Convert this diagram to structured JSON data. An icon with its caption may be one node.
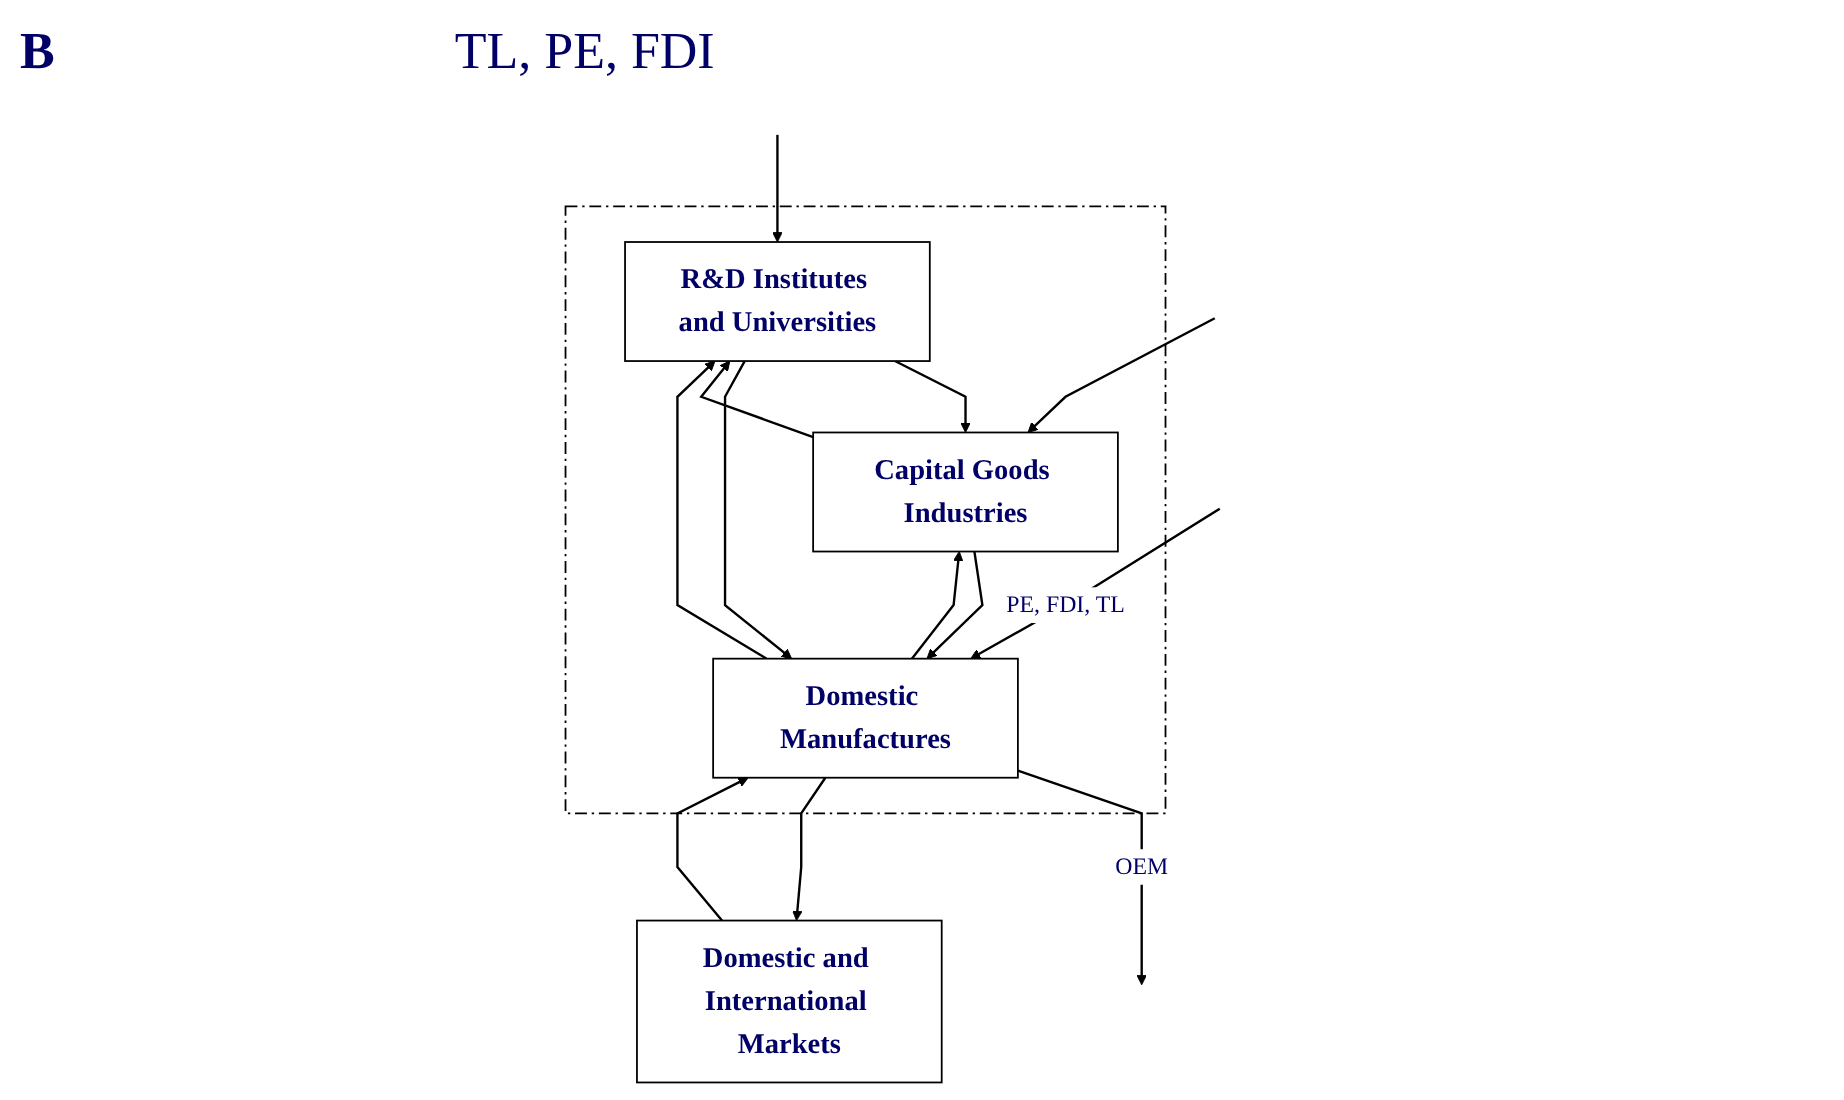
{
  "diagram": {
    "nodes": [
      {
        "text": [],
        "shape": "box"
      },
      {
        "text": [
          "R&D Institutes and Universities"
        ],
        "in": 0
      },
      {
        "text": [
          "Capital Goods Industries"
        ],
        "in": 0
      },
      {
        "text": [
          "Domestic Manufactures"
        ],
        "in": 0
      },
      {
        "text": [
          "Domestic and International Markets"
        ]
      }
    ],
    "edges": [
      {
        "from": null,
        "to": 1,
        "arrow": "to"
      },
      {
        "from": null,
        "to": 2,
        "arrow": "to"
      },
      {
        "from": 1,
        "to": 2,
        "arrow": "to"
      },
      {
        "from": 2,
        "to": 1,
        "arrow": "to"
      },
      {
        "from": 1,
        "to": 3,
        "arrow": "to"
      },
      {
        "from": 3,
        "to": 1,
        "arrow": "to"
      },
      {
        "from": 2,
        "to": 3,
        "arrow": "to"
      },
      {
        "from": 3,
        "to": 2,
        "arrow": "to"
      },
      {
        "from": null,
        "to": 3,
        "arrow": "to",
        "label": "PE, FDI, TL"
      },
      {
        "from": 3,
        "to": null,
        "arrow": "to",
        "label": "OEM"
      },
      {
        "from": 3,
        "to": 4,
        "arrow": "to"
      },
      {
        "from": 4,
        "to": 3,
        "arrow": "to"
      }
    ],
    "labels": [
      "B",
      "TL, PE, FDI"
    ]
  }
}
